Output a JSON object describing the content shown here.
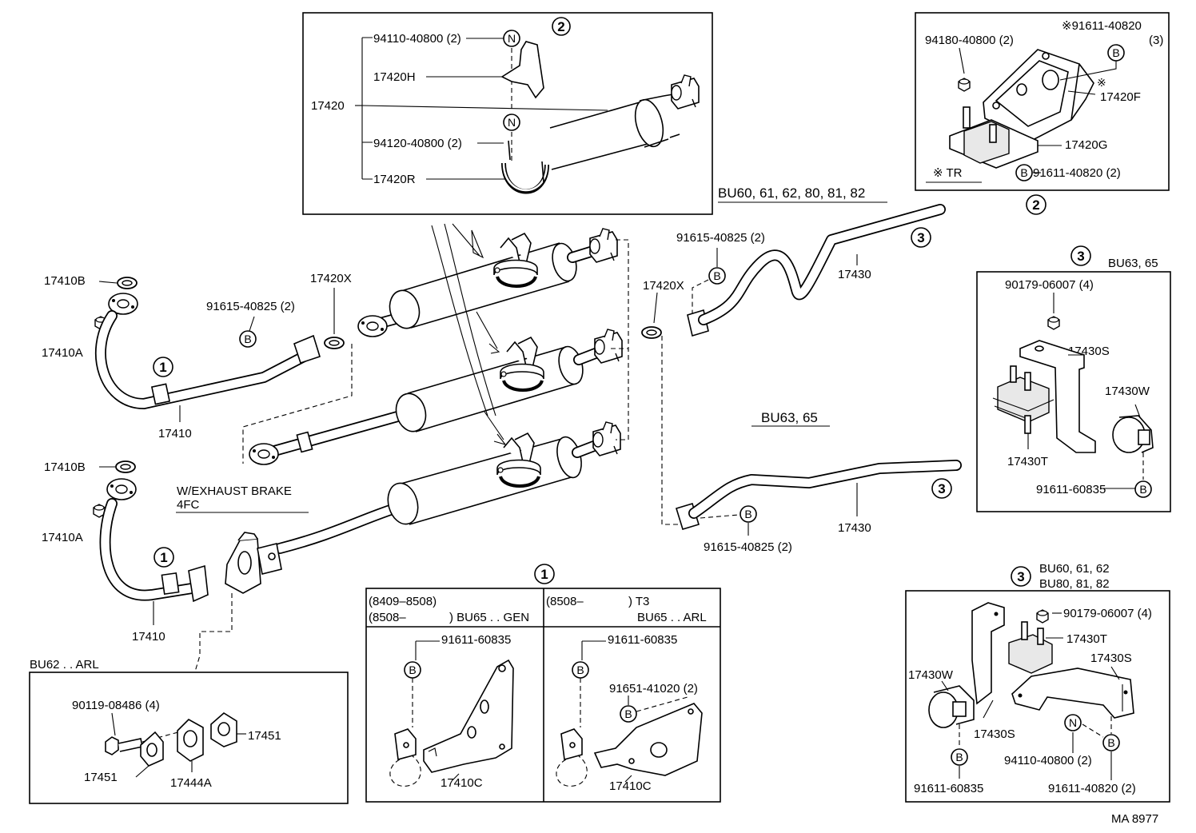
{
  "code": "MA 8977",
  "circled": {
    "one": "1",
    "two": "2",
    "three": "3",
    "N": "N",
    "B": "B"
  },
  "mark": "※",
  "inset_top": {
    "p17420": "17420",
    "p94110": "94110-40800 (2)",
    "p17420H": "17420H",
    "p94120": "94120-40800 (2)",
    "p17420R": "17420R"
  },
  "inset_topright": {
    "p94180": "94180-40800 (2)",
    "p91611a": "※91611-40820",
    "p91611a_qty": "(3)",
    "p17420F": "17420F",
    "p17420G": "17420G",
    "p91611b": "91611-40820 (2)",
    "tr": "※ TR"
  },
  "main": {
    "bu_top": "BU60, 61, 62, 80, 81, 82",
    "bu_mid": "BU63, 65",
    "p17410B": "17410B",
    "p17410A": "17410A",
    "p17410": "17410",
    "p91615": "91615-40825 (2)",
    "p17420X": "17420X",
    "p17430": "17430",
    "exhaust_brake": "W/EXHAUST BRAKE",
    "fc4": "4FC"
  },
  "inset_bu63": {
    "title": "BU63, 65",
    "p90179": "90179-06007 (4)",
    "p17430S": "17430S",
    "p17430W": "17430W",
    "p17430T": "17430T",
    "p91611": "91611-60835"
  },
  "inset_bu60": {
    "title1": "BU60, 61, 62",
    "title2": "BU80, 81, 82",
    "p90179": "90179-06007 (4)",
    "p17430T": "17430T",
    "p17430S": "17430S",
    "p17430W": "17430W",
    "p94110": "94110-40800 (2)",
    "p91611a": "91611-60835",
    "p91611b": "91611-40820 (2)"
  },
  "inset_bu62": {
    "title": "BU62 . . ARL",
    "p90119": "90119-08486 (4)",
    "p17451": "17451",
    "p17444A": "17444A"
  },
  "inset_bracket": {
    "left_h1": "(8409–8508)",
    "left_h2": "(8508–",
    "left_h2b": ") BU65 . . GEN",
    "right_h1": "(8508–",
    "right_h1b": ") T3",
    "right_h2": "BU65 . . ARL",
    "p91611": "91611-60835",
    "p91651": "91651-41020 (2)",
    "p17410C": "17410C"
  }
}
